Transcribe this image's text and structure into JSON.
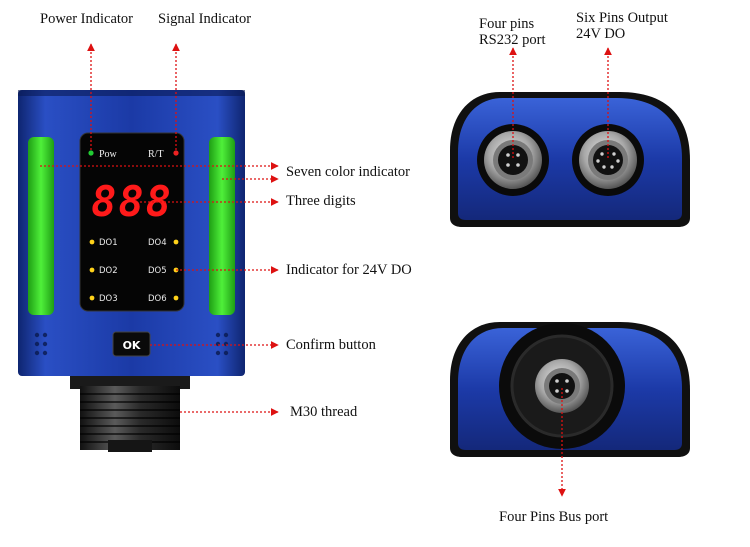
{
  "labels": {
    "power_indicator": "Power Indicator",
    "signal_indicator": "Signal Indicator",
    "seven_color_indicator": "Seven color indicator",
    "three_digits": "Three digits",
    "indicator_24v_do": "Indicator for 24V DO",
    "confirm_button": "Confirm button",
    "m30_thread": "M30 thread",
    "four_pins_rs232_line1": "Four pins",
    "four_pins_rs232_line2": "RS232 port",
    "six_pins_output_line1": "Six Pins Output",
    "six_pins_output_line2": "24V DO",
    "four_pins_bus_port": "Four Pins Bus port"
  },
  "device": {
    "pow_label": "Pow",
    "rt_label": "R/T",
    "display_value": "888",
    "do_left": [
      "DO1",
      "DO2",
      "DO3"
    ],
    "do_right": [
      "DO4",
      "DO5",
      "DO6"
    ],
    "ok_label": "OK"
  },
  "colors": {
    "body_blue": "#1a3a9e",
    "bar_green": "#3ddc2c",
    "digit_red": "#ff1a1a",
    "arrow_red": "#dd1111",
    "do_led_yellow": "#ffd21a",
    "pow_led_green": "#22cc33",
    "rt_led_red": "#ee2222"
  }
}
